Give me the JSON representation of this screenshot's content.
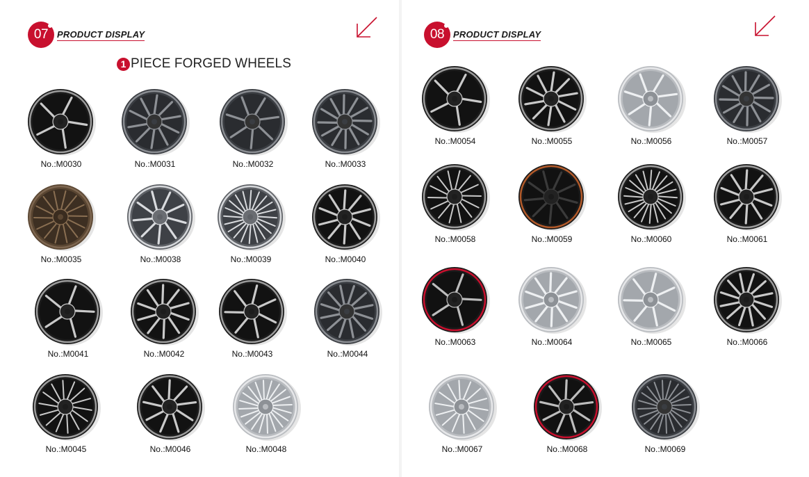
{
  "colors": {
    "accent": "#c8102e",
    "caption": "#111111",
    "title": "#1a1a1a"
  },
  "left_page": {
    "section_number": "07",
    "section_title": "PRODUCT DISPLAY",
    "corner_icon": "down-left-arrow-icon",
    "subheading": {
      "badge": "1",
      "text": "PIECE FORGED WHEELS"
    },
    "products": [
      {
        "label": "No.:M0030",
        "style": "black-machined"
      },
      {
        "label": "No.:M0031",
        "style": "gunmetal"
      },
      {
        "label": "No.:M0032",
        "style": "gunmetal"
      },
      {
        "label": "No.:M0033",
        "style": "gunmetal"
      },
      {
        "label": "No.:M0035",
        "style": "bronze"
      },
      {
        "label": "No.:M0038",
        "style": "chrome"
      },
      {
        "label": "No.:M0039",
        "style": "chrome"
      },
      {
        "label": "No.:M0040",
        "style": "black-machined"
      },
      {
        "label": "No.:M0041",
        "style": "black-machined"
      },
      {
        "label": "No.:M0042",
        "style": "black-machined"
      },
      {
        "label": "No.:M0043",
        "style": "black-machined"
      },
      {
        "label": "No.:M0044",
        "style": "gunmetal"
      },
      {
        "label": "No.:M0045",
        "style": "black-machined"
      },
      {
        "label": "No.:M0046",
        "style": "black-machined"
      },
      {
        "label": "No.:M0048",
        "style": "silver"
      }
    ]
  },
  "right_page": {
    "section_number": "08",
    "section_title": "PRODUCT DISPLAY",
    "corner_icon": "down-left-arrow-icon",
    "products": [
      {
        "label": "No.:M0054",
        "style": "black-machined"
      },
      {
        "label": "No.:M0055",
        "style": "black-machined"
      },
      {
        "label": "No.:M0056",
        "style": "silver"
      },
      {
        "label": "No.:M0057",
        "style": "gunmetal"
      },
      {
        "label": "No.:M0058",
        "style": "black-machined"
      },
      {
        "label": "No.:M0059",
        "style": "black-copper"
      },
      {
        "label": "No.:M0060",
        "style": "black-machined"
      },
      {
        "label": "No.:M0061",
        "style": "black-machined"
      },
      {
        "label": "No.:M0063",
        "style": "black-red"
      },
      {
        "label": "No.:M0064",
        "style": "silver"
      },
      {
        "label": "No.:M0065",
        "style": "silver"
      },
      {
        "label": "No.:M0066",
        "style": "black-machined"
      },
      {
        "label": "No.:M0067",
        "style": "silver"
      },
      {
        "label": "No.:M0068",
        "style": "black-red"
      },
      {
        "label": "No.:M0069",
        "style": "gunmetal"
      }
    ]
  }
}
